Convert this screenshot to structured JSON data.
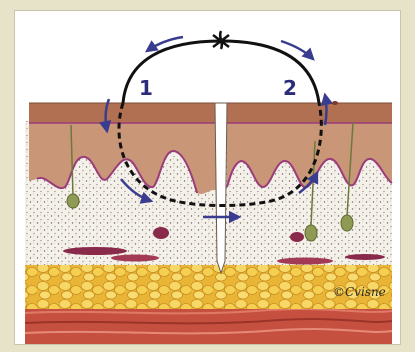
{
  "figure": {
    "labels": {
      "left_bite": "1",
      "right_bite": "2"
    },
    "signature": "©Cvisne",
    "colors": {
      "background": "#e6e3c8",
      "epidermis": "#b67a5a",
      "dermis": "#c9967a",
      "subcutis": "#f3eee4",
      "fat": "#f0c64a",
      "muscle": "#c04a3c",
      "suture": "#111111",
      "arrows": "#3a3d8f",
      "basement_membrane": "#9b3b7a"
    }
  }
}
